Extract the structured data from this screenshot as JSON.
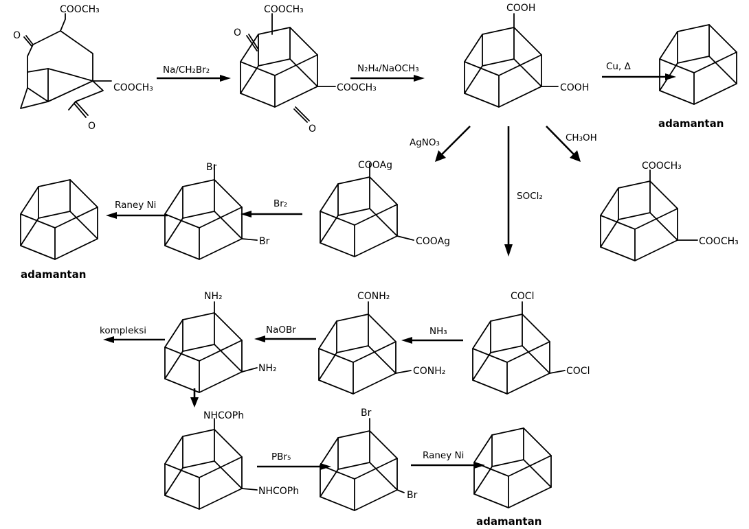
{
  "reagents": {
    "step1": "Na/CH₂Br₂",
    "step2": "N₂H₄/NaOCH₃",
    "step3": "Cu, Δ",
    "step4": "AgNO₃",
    "step5": "SOCl₂",
    "step6": "CH₃OH",
    "step7": "Br₂",
    "step8": "Raney Ni",
    "step9": "NH₃",
    "step10": "NaOBr",
    "step11": "kompleksi",
    "step12": "PBr₅",
    "step13": "Raney Ni"
  },
  "atoms": {
    "coome": "COOCH₃",
    "o": "O",
    "cooh": "COOH",
    "cooag": "COOAg",
    "br": "Br",
    "cocl": "COCl",
    "conh2": "CONH₂",
    "nh2": "NH₂",
    "nhcoph": "NHCOPh"
  },
  "product_name": "adamantan"
}
